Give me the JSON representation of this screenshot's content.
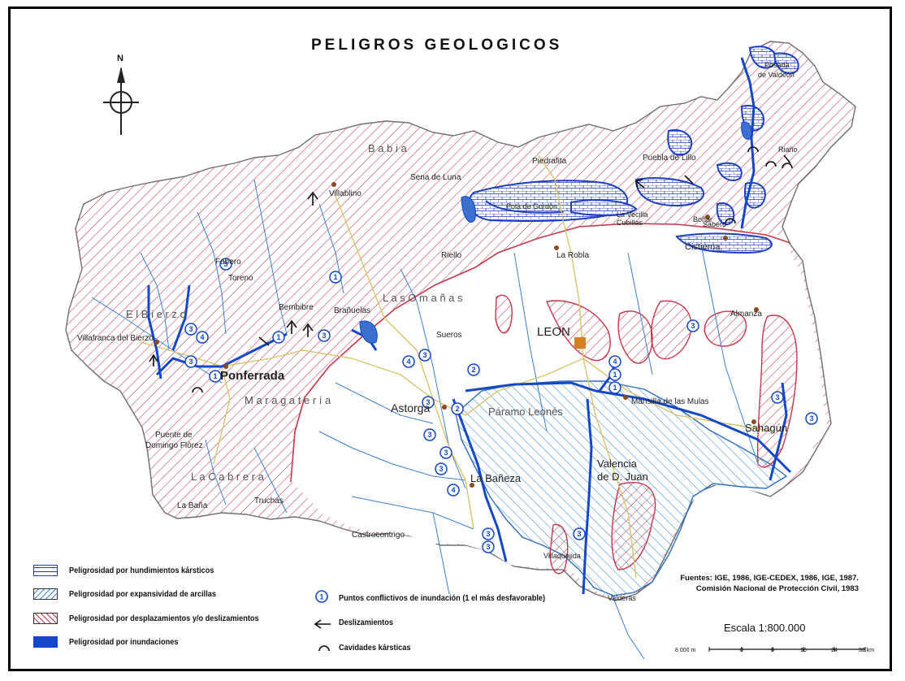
{
  "title": "PELIGROS GEOLOGICOS",
  "north_label": "N",
  "colors": {
    "karst": "#1e3fbf",
    "clay": "#3a8bd0",
    "landslide": "#c4364a",
    "flood": "#1448c8",
    "river": "#3b7fd6",
    "road": "#d9c46a",
    "boundary": "#7a7a7a"
  },
  "places": {
    "ponferrada": "Ponferrada",
    "leon": "LEON",
    "astorga": "Astorga",
    "la_baneza": "La Bañeza",
    "sahagun": "Sahagún",
    "valencia": "Valencia",
    "de_d_juan": "de D. Juan",
    "villafranca": "Villafranca del Bierzo",
    "villablino": "Villablino",
    "sena_de_luna": "Sena de Luna",
    "riano": "Riaño",
    "cistierna": "Cistierna",
    "la_robla": "La Robla",
    "mansilla": "Mansilla de las Mulas",
    "puente1": "Puente de",
    "puente2": "Domingo Flórez",
    "la_bana": "La Baña",
    "truchas": "Truchas",
    "castrocontrigo": "Castrocontrigo",
    "villaquejida": "Villaquejida",
    "valderas": "Valderas",
    "bembibre": "Bembibre",
    "branuelas": "Brañuelas",
    "fabero": "Fabero",
    "toreno": "Toreno",
    "riello": "Riello",
    "sueros": "Sueros",
    "boñar": "Boñar",
    "sabero": "Sabero",
    "almanza": "Almanza",
    "posada1": "Posada",
    "posada2": "de Valdeón",
    "puebla_de_lillo": "Puebla de Lillo",
    "pola_de_gordon": "Pola de Gordón",
    "vecilla": "La Vecilla",
    "cubillas": "Cubillas",
    "pinadongo": "Piedrafita",
    "babia": "B a b i a",
    "el_bierzo": "E l  B i e r z o",
    "omanas": "L a s  O m a ñ a s",
    "maragateria": "M a r a g a t e r í a",
    "cabrera": "L a  C a b r e r a",
    "paramo": "Páramo Leonés"
  },
  "legend": {
    "karst": "Peligrosidad por hundimientos kársticos",
    "clay": "Peligrosidad por expansividad de arcillas",
    "landslide": "Peligrosidad por desplazamientos y/o deslizamientos",
    "flood": "Peligrosidad por inundaciones",
    "flood_points": "Puntos conflictivos de inundación (1 el más desfavorable)",
    "flood_point_symbol": "1",
    "slides": "Deslizamientos",
    "cavities": "Cavidades kársticas"
  },
  "sources": {
    "line1": "Fuentes: IGE, 1986, IGE-CEDEX, 1986, IGE, 1987.",
    "line2": "Comisión Nacional de Protección Civil, 1983"
  },
  "scale": {
    "label": "Escala 1:800.000",
    "ticks": [
      "8 000 m",
      "0",
      "8",
      "16",
      "24",
      "32 km"
    ]
  }
}
